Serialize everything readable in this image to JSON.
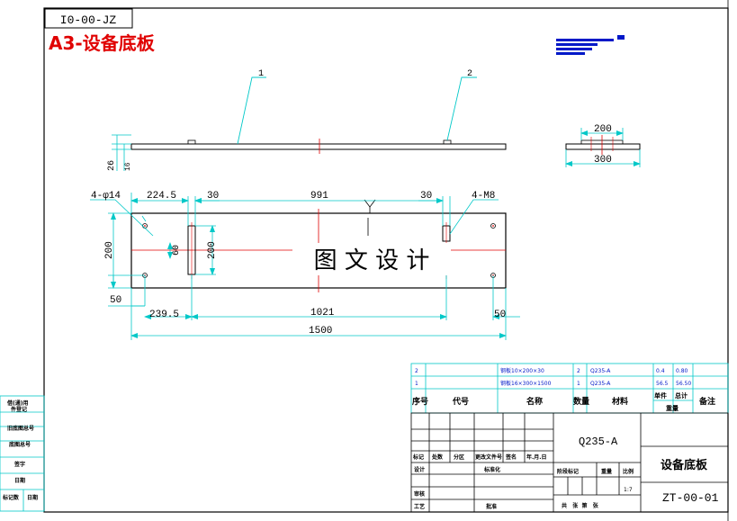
{
  "drawing_code": "I0-00-JZ",
  "sheet_title": "A3-设备底板",
  "watermark": "图 文 设 计",
  "balloons": [
    "1",
    "2"
  ],
  "dimensions": {
    "front": {
      "d26": "26",
      "d16": "16"
    },
    "side": {
      "top": "200",
      "bottom": "300"
    },
    "plan": {
      "hole_note": "4-φ14",
      "d224_5": "224.5",
      "d30_left": "30",
      "d991": "991",
      "d30_right": "30",
      "thread_note": "4-M8",
      "d200_left": "200",
      "d60": "60",
      "d200_inner": "200",
      "d50_left": "50",
      "d239_5": "239.5",
      "d1021": "1021",
      "d50_right": "50",
      "d1500": "1500"
    }
  },
  "parts_list": {
    "rows": [
      {
        "no": "2",
        "name": "钢板10×200×30",
        "qty": "2",
        "material": "Q235-A",
        "unit_weight": "0.4",
        "total_weight": "0.80"
      },
      {
        "no": "1",
        "name": "钢板16×300×1500",
        "qty": "1",
        "material": "Q235-A",
        "unit_weight": "56.5",
        "total_weight": "56.50"
      }
    ],
    "header": {
      "no": "序号",
      "code": "代号",
      "name": "名称",
      "qty": "数量",
      "material": "材料",
      "unit": "单件",
      "total": "总计",
      "weight": "重量",
      "remark": "备注"
    }
  },
  "title_block": {
    "material": "Q235-A",
    "part_name": "设备底板",
    "drawing_no": "ZT-00-01",
    "scale": "1:7",
    "rev_headers": [
      "标记",
      "处数",
      "分区",
      "更改文件号",
      "签名",
      "年.月.日"
    ],
    "roles": {
      "design": "设计",
      "standard": "标准化",
      "check": "审核",
      "process": "工艺",
      "approve": "批准"
    },
    "stage_headers": [
      "阶段标记",
      "重量",
      "比例"
    ],
    "sheets_label": "共   张  第   张"
  },
  "left_strip": [
    "借(通)用",
    "件登记",
    "旧底图总号",
    "底图总号",
    "签字",
    "日期",
    "标记数",
    "日期"
  ]
}
